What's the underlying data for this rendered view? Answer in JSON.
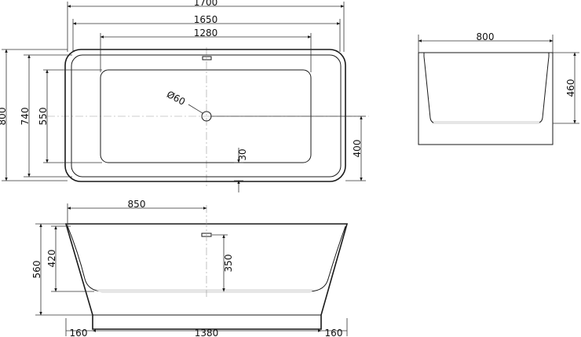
{
  "top_view": {
    "overall_length": "1700",
    "outer_rim_length": "1650",
    "basin_length": "1280",
    "overall_width": "800",
    "rim_width": "740",
    "basin_width": "550",
    "drain_diameter": "Ø60",
    "drain_offset_from_rim": "30",
    "drain_to_edge": "400"
  },
  "end_view": {
    "width": "800",
    "height": "460"
  },
  "side_view": {
    "drain_position": "850",
    "overall_height": "560",
    "water_depth": "420",
    "overflow_height": "350",
    "base_overhang_left": "160",
    "base_length": "1380",
    "base_overhang_right": "160"
  }
}
